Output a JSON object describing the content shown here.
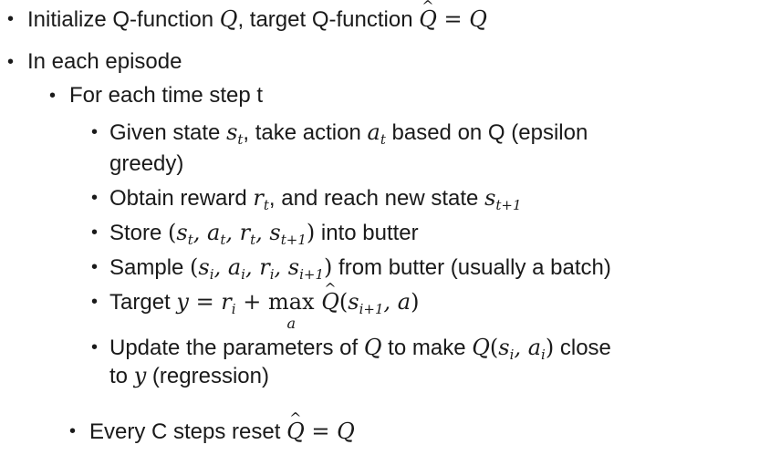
{
  "bullets": {
    "b1": {
      "text": "Initialize Q-function ",
      "mid": ", target Q-function "
    },
    "b2": {
      "text": "In each episode"
    },
    "b3": {
      "text": "For each time step t"
    },
    "b4": {
      "pre": "Given state ",
      "mid": ", take action ",
      "post": " based on Q (epsilon",
      "cont": "greedy)"
    },
    "b5": {
      "pre": "Obtain reward ",
      "mid": ", and reach new state "
    },
    "b6": {
      "pre": "Store ",
      "post": " into butter"
    },
    "b7": {
      "pre": "Sample ",
      "post": " from butter (usually a batch)"
    },
    "b8": {
      "pre": "Target "
    },
    "b9": {
      "pre": "Update the parameters of ",
      "mid": " to make ",
      "post": " close",
      "cont_pre": "to ",
      "cont_post": " (regression)"
    },
    "b10": {
      "pre": "Every C steps reset "
    }
  },
  "bullet_glyph": "•"
}
